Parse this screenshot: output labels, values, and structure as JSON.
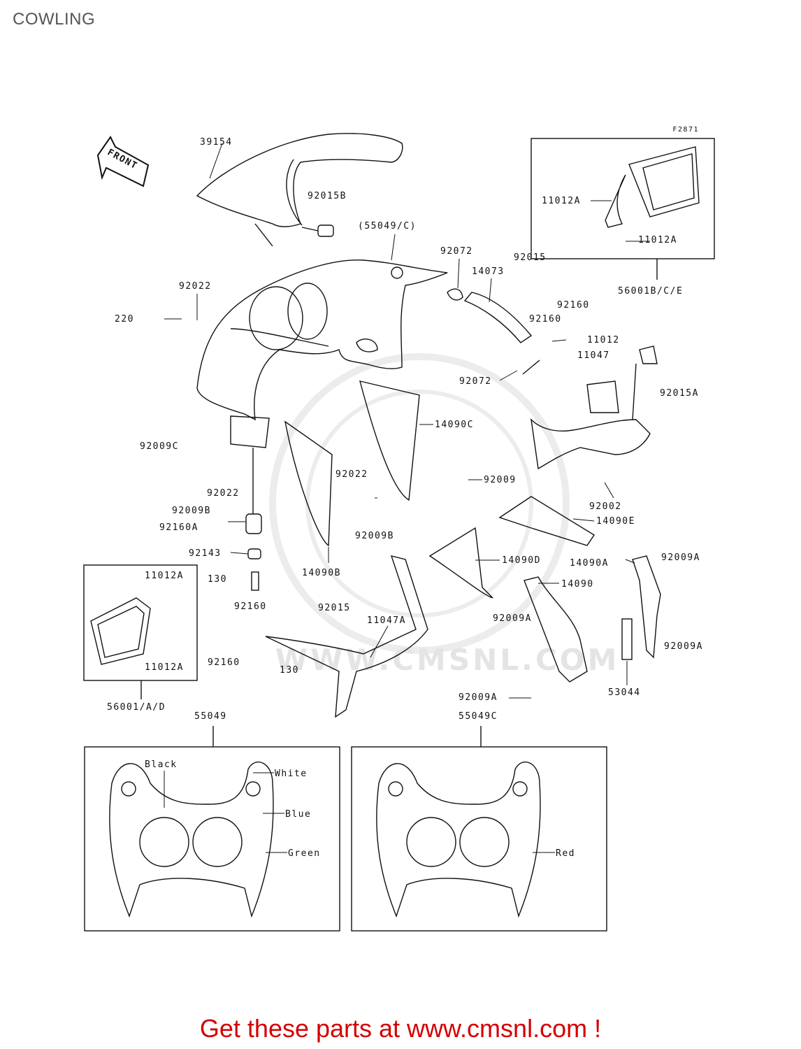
{
  "page_title": "COWLING",
  "figure_code": "F2871",
  "front_marker": "FRONT",
  "part_labels": {
    "p39154": "39154",
    "p92015B": "92015B",
    "p55049C_paren": "(55049/C)",
    "p92072_top": "92072",
    "p14073": "14073",
    "p92015_top": "92015",
    "p92160_a": "92160",
    "p92160_b": "92160",
    "p92022_top": "92022",
    "p220": "220",
    "p11012": "11012",
    "p11047": "11047",
    "p92072_mid": "92072",
    "p92015A": "92015A",
    "p14090C": "14090C",
    "p92009C": "92009C",
    "p92022_mid": "92022",
    "p92022_left": "92022",
    "p92009B_left": "92009B",
    "p92160A": "92160A",
    "p92009B_mid": "92009B",
    "p92143": "92143",
    "p14090B": "14090B",
    "p92009_top": "92009",
    "p92002": "92002",
    "p14090E": "14090E",
    "p14090D": "14090D",
    "p92009A_a": "92009A",
    "p14090A": "14090A",
    "p14090": "14090",
    "p130_top": "130",
    "p92160_c": "92160",
    "p92015_mid": "92015",
    "p11047A": "11047A",
    "p92009A_b": "92009A",
    "p92009A_c": "92009A",
    "p92160_d": "92160",
    "p130_bot": "130",
    "p92009A_d": "92009A",
    "p53044": "53044",
    "p11012A_r1": "11012A",
    "p11012A_r2": "11012A",
    "p56001BCE": "56001B/C/E",
    "p11012A_l1": "11012A",
    "p11012A_l2": "11012A",
    "p56001AD": "56001/A/D",
    "p55049": "55049",
    "p55049C": "55049C"
  },
  "color_labels": {
    "black": "Black",
    "white": "White",
    "blue": "Blue",
    "green": "Green",
    "red": "Red"
  },
  "watermark_text": "WWW.CMSNL.COM",
  "call_to_action": "Get these parts at www.cmsnl.com !",
  "colors": {
    "cta": "#d40000",
    "ink": "#111111",
    "watermark": "#e6e6e6"
  }
}
